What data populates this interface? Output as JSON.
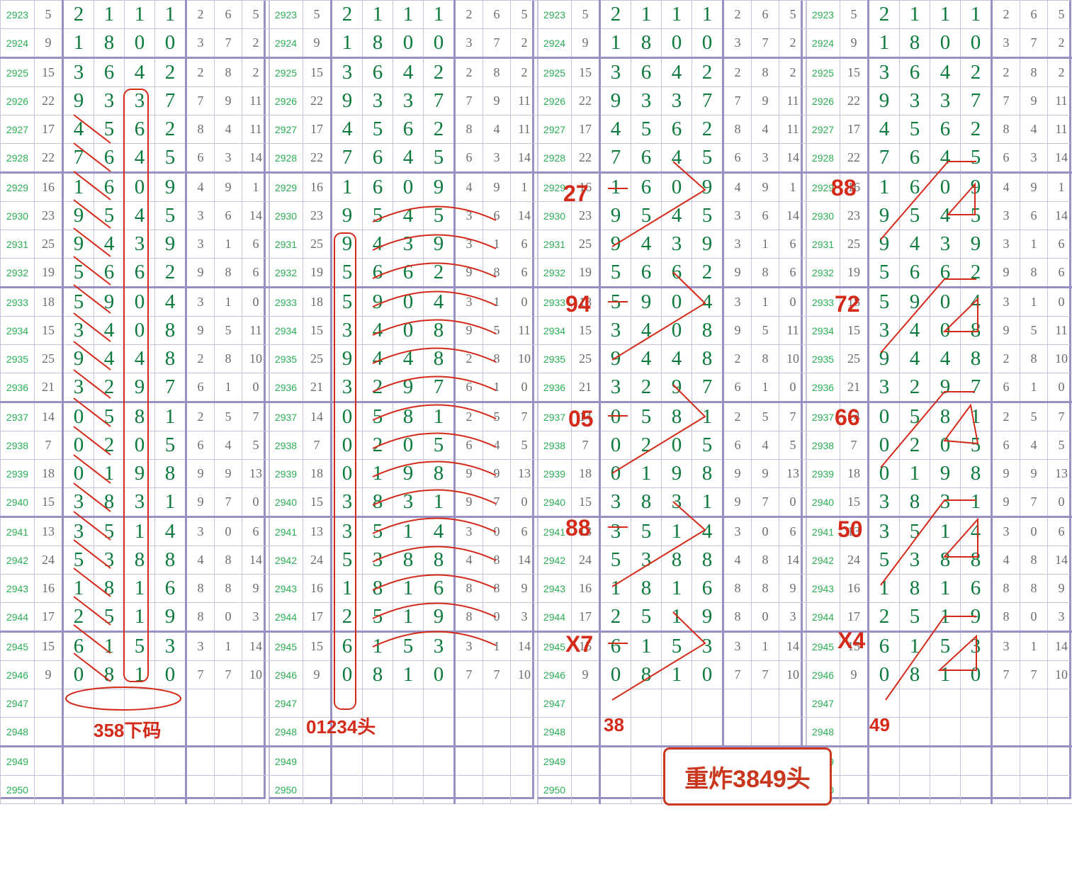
{
  "rows": [
    {
      "issue": "2923",
      "sum": "5",
      "d": [
        "2",
        "1",
        "1",
        "1"
      ],
      "s": [
        "2",
        "6",
        "5"
      ]
    },
    {
      "issue": "2924",
      "sum": "9",
      "d": [
        "1",
        "8",
        "0",
        "0"
      ],
      "s": [
        "3",
        "7",
        "2"
      ]
    },
    {
      "issue": "2925",
      "sum": "15",
      "d": [
        "3",
        "6",
        "4",
        "2"
      ],
      "s": [
        "2",
        "8",
        "2"
      ]
    },
    {
      "issue": "2926",
      "sum": "22",
      "d": [
        "9",
        "3",
        "3",
        "7"
      ],
      "s": [
        "7",
        "9",
        "11"
      ]
    },
    {
      "issue": "2927",
      "sum": "17",
      "d": [
        "4",
        "5",
        "6",
        "2"
      ],
      "s": [
        "8",
        "4",
        "11"
      ]
    },
    {
      "issue": "2928",
      "sum": "22",
      "d": [
        "7",
        "6",
        "4",
        "5"
      ],
      "s": [
        "6",
        "3",
        "14"
      ]
    },
    {
      "issue": "2929",
      "sum": "16",
      "d": [
        "1",
        "6",
        "0",
        "9"
      ],
      "s": [
        "4",
        "9",
        "1"
      ]
    },
    {
      "issue": "2930",
      "sum": "23",
      "d": [
        "9",
        "5",
        "4",
        "5"
      ],
      "s": [
        "3",
        "6",
        "14"
      ]
    },
    {
      "issue": "2931",
      "sum": "25",
      "d": [
        "9",
        "4",
        "3",
        "9"
      ],
      "s": [
        "3",
        "1",
        "6"
      ]
    },
    {
      "issue": "2932",
      "sum": "19",
      "d": [
        "5",
        "6",
        "6",
        "2"
      ],
      "s": [
        "9",
        "8",
        "6"
      ]
    },
    {
      "issue": "2933",
      "sum": "18",
      "d": [
        "5",
        "9",
        "0",
        "4"
      ],
      "s": [
        "3",
        "1",
        "0"
      ]
    },
    {
      "issue": "2934",
      "sum": "15",
      "d": [
        "3",
        "4",
        "0",
        "8"
      ],
      "s": [
        "9",
        "5",
        "11"
      ]
    },
    {
      "issue": "2935",
      "sum": "25",
      "d": [
        "9",
        "4",
        "4",
        "8"
      ],
      "s": [
        "2",
        "8",
        "10"
      ]
    },
    {
      "issue": "2936",
      "sum": "21",
      "d": [
        "3",
        "2",
        "9",
        "7"
      ],
      "s": [
        "6",
        "1",
        "0"
      ]
    },
    {
      "issue": "2937",
      "sum": "14",
      "d": [
        "0",
        "5",
        "8",
        "1"
      ],
      "s": [
        "2",
        "5",
        "7"
      ]
    },
    {
      "issue": "2938",
      "sum": "7",
      "d": [
        "0",
        "2",
        "0",
        "5"
      ],
      "s": [
        "6",
        "4",
        "5"
      ]
    },
    {
      "issue": "2939",
      "sum": "18",
      "d": [
        "0",
        "1",
        "9",
        "8"
      ],
      "s": [
        "9",
        "9",
        "13"
      ]
    },
    {
      "issue": "2940",
      "sum": "15",
      "d": [
        "3",
        "8",
        "3",
        "1"
      ],
      "s": [
        "9",
        "7",
        "0"
      ]
    },
    {
      "issue": "2941",
      "sum": "13",
      "d": [
        "3",
        "5",
        "1",
        "4"
      ],
      "s": [
        "3",
        "0",
        "6"
      ]
    },
    {
      "issue": "2942",
      "sum": "24",
      "d": [
        "5",
        "3",
        "8",
        "8"
      ],
      "s": [
        "4",
        "8",
        "14"
      ]
    },
    {
      "issue": "2943",
      "sum": "16",
      "d": [
        "1",
        "8",
        "1",
        "6"
      ],
      "s": [
        "8",
        "8",
        "9"
      ]
    },
    {
      "issue": "2944",
      "sum": "17",
      "d": [
        "2",
        "5",
        "1",
        "9"
      ],
      "s": [
        "8",
        "0",
        "3"
      ]
    },
    {
      "issue": "2945",
      "sum": "15",
      "d": [
        "6",
        "1",
        "5",
        "3"
      ],
      "s": [
        "3",
        "1",
        "14"
      ]
    },
    {
      "issue": "2946",
      "sum": "9",
      "d": [
        "0",
        "8",
        "1",
        "0"
      ],
      "s": [
        "7",
        "7",
        "10"
      ]
    },
    {
      "issue": "2947",
      "sum": "",
      "d": [
        "",
        "",
        "",
        ""
      ],
      "s": [
        "",
        "",
        ""
      ]
    },
    {
      "issue": "2948",
      "sum": "",
      "d": [
        "",
        "",
        "",
        ""
      ],
      "s": [
        "",
        "",
        ""
      ]
    },
    {
      "issue": "2949",
      "sum": "",
      "d": [
        "",
        "",
        "",
        ""
      ],
      "s": [
        "",
        "",
        ""
      ]
    },
    {
      "issue": "2950",
      "sum": "",
      "d": [
        "",
        "",
        "",
        ""
      ],
      "s": [
        "",
        "",
        ""
      ]
    }
  ],
  "annotations": {
    "p1": "358下码",
    "p2": "01234头",
    "p3": [
      "27",
      "94",
      "05",
      "88",
      "X7",
      "38"
    ],
    "p4": [
      "88",
      "72",
      "66",
      "50",
      "X4",
      "49"
    ],
    "stamp": "重炸3849头"
  },
  "colors": {
    "digit": "#0c7a3c",
    "issue": "#2bae55",
    "small": "#6c6c6c",
    "grid": "#9a90c4",
    "annotation": "#d42a1a"
  }
}
